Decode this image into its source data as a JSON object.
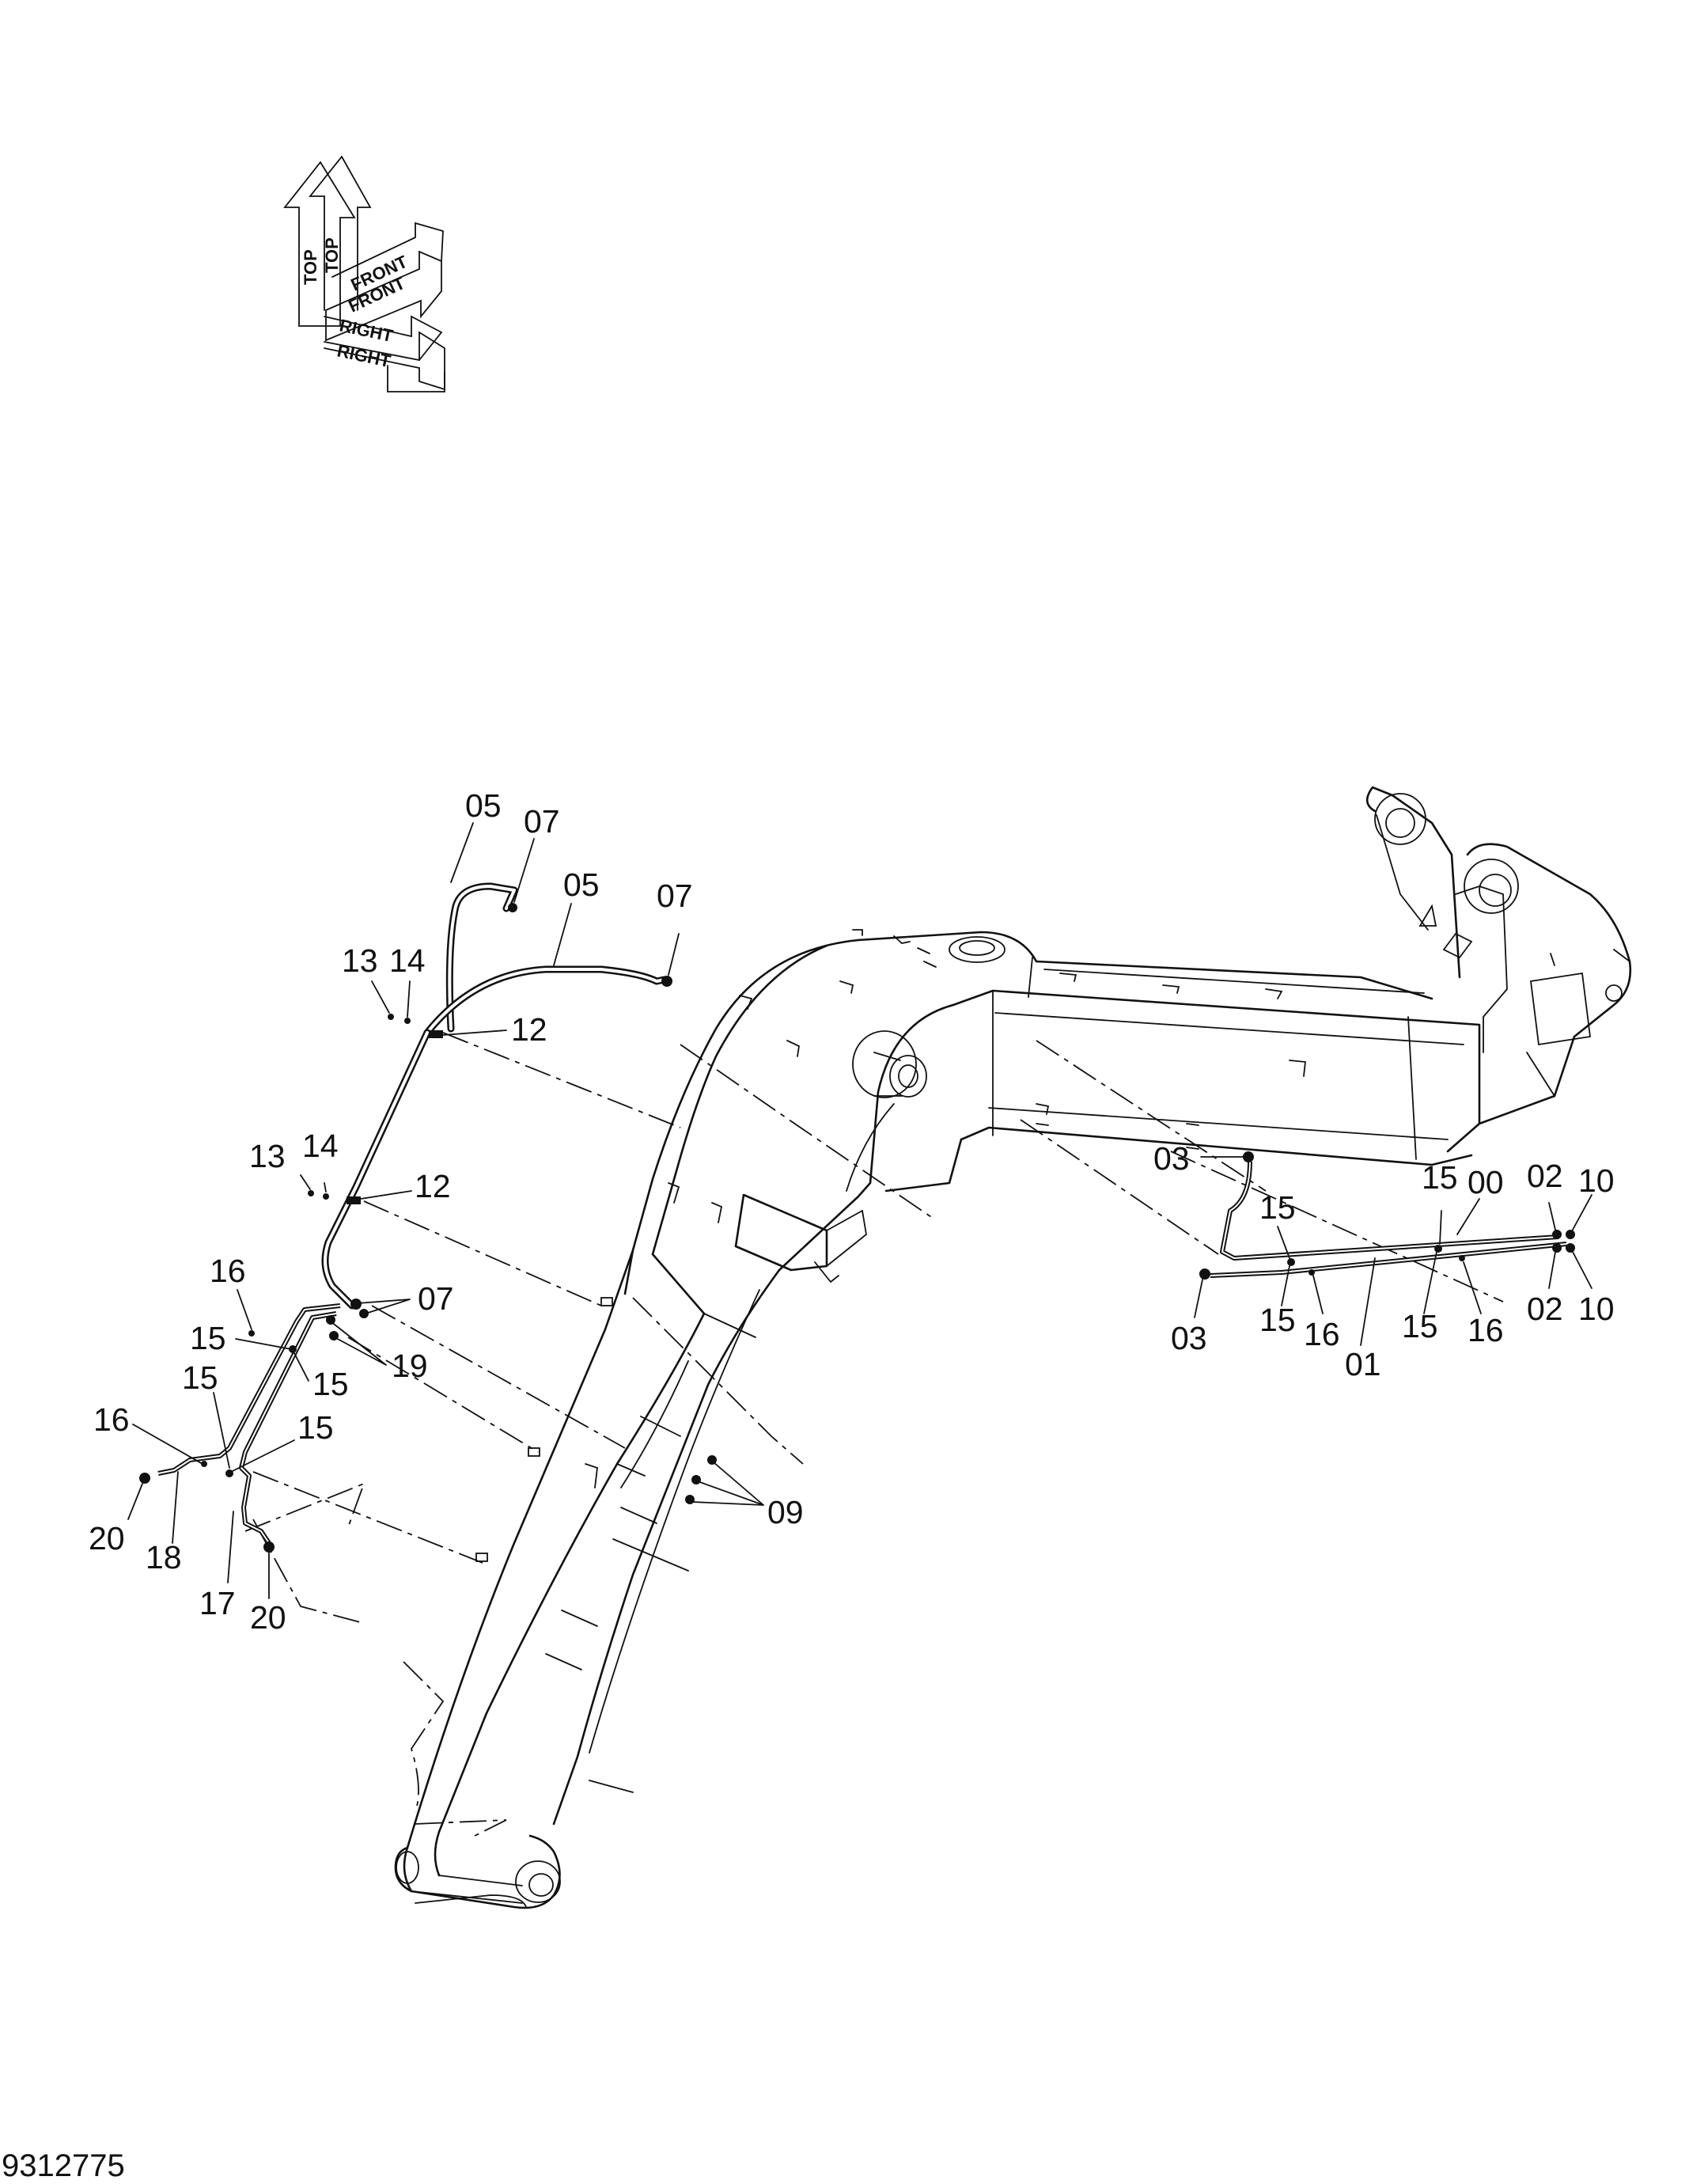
{
  "orientation": {
    "labels": {
      "top": "TOP",
      "top_shadow": "TOP",
      "front": "FRONT",
      "front_shadow": "FRONT",
      "right": "RIGHT",
      "right_shadow": "RIGHT"
    }
  },
  "callouts": {
    "c05a": "05",
    "c07a": "07",
    "c05b": "05",
    "c07b": "07",
    "c13a": "13",
    "c14a": "14",
    "c12a": "12",
    "c13b": "13",
    "c14b": "14",
    "c12b": "12",
    "c07c": "07",
    "c16a": "16",
    "c15a": "15",
    "c19": "19",
    "c15b": "15",
    "c15c": "15",
    "c16b": "16",
    "c15d": "15",
    "c20a": "20",
    "c18": "18",
    "c17": "17",
    "c20b": "20",
    "c09": "09",
    "c03a": "03",
    "c15e": "15",
    "c15f": "15",
    "c00": "00",
    "c02a": "02",
    "c10a": "10",
    "c03b": "03",
    "c15g": "15",
    "c16c": "16",
    "c01": "01",
    "c15h": "15",
    "c16d": "16",
    "c02b": "02",
    "c10b": "10"
  },
  "drawing_number": "9312775"
}
